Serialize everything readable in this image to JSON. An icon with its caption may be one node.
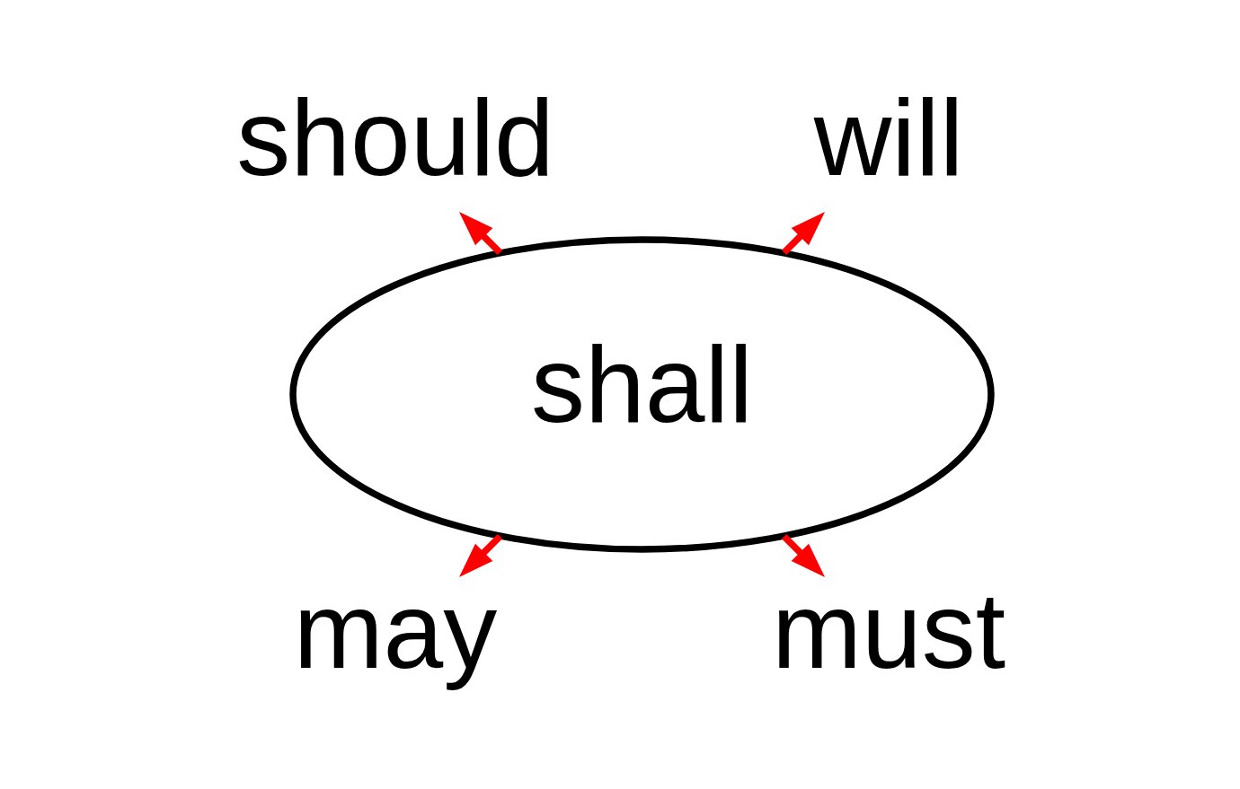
{
  "diagram": {
    "nodes": [
      {
        "text": [
          "will"
        ]
      },
      {
        "text": [
          "should"
        ]
      },
      {
        "text": [
          "shall"
        ]
      },
      {
        "text": [
          "may"
        ]
      },
      {
        "text": [
          "must"
        ]
      }
    ],
    "edges": [
      {
        "from": 2,
        "to": 0,
        "arrow": "to"
      },
      {
        "from": 2,
        "to": 1,
        "arrow": "to"
      },
      {
        "from": 2,
        "to": 3,
        "arrow": "to"
      },
      {
        "from": 2,
        "to": 4,
        "arrow": "to"
      }
    ]
  }
}
